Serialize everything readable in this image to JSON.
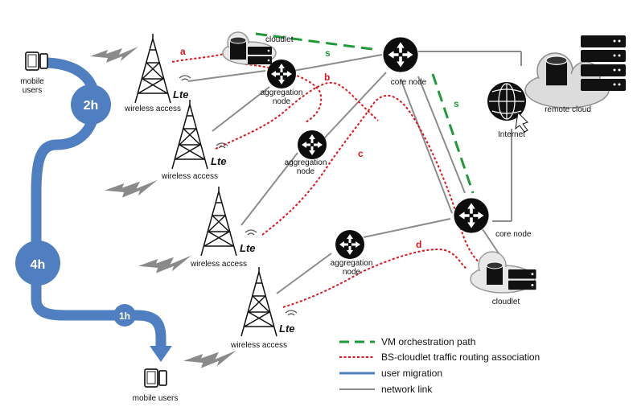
{
  "labels": {
    "mobile_users_top": [
      "mobile",
      "users"
    ],
    "mobile_users_bottom": "mobile users",
    "wireless_access": "wireless access",
    "aggregation_node": [
      "aggregation",
      "node"
    ],
    "core_node": "core node",
    "cloudlet": "cloudlet",
    "internet": "Internet",
    "remote_cloud": "remote cloud",
    "lte": "Lte"
  },
  "routes": {
    "a": "a",
    "b": "b",
    "c": "c",
    "d": "d"
  },
  "orchestration": {
    "s1": "s",
    "s2": "s"
  },
  "migration": {
    "t1": "2h",
    "t2": "4h",
    "t3": "1h"
  },
  "legend": [
    {
      "style": "dashed-green",
      "label": "VM  orchestration path"
    },
    {
      "style": "dotted-red",
      "label": "BS-cloudlet traffic routing association"
    },
    {
      "style": "solid-blue",
      "label": "user migration"
    },
    {
      "style": "solid-gray",
      "label": "network link"
    }
  ],
  "colors": {
    "migration": "#4f7fc0",
    "routing": "#e0141b",
    "orchestration": "#1f9a3a",
    "link": "#8c8c8c",
    "cloud": "#c8c8c8"
  }
}
